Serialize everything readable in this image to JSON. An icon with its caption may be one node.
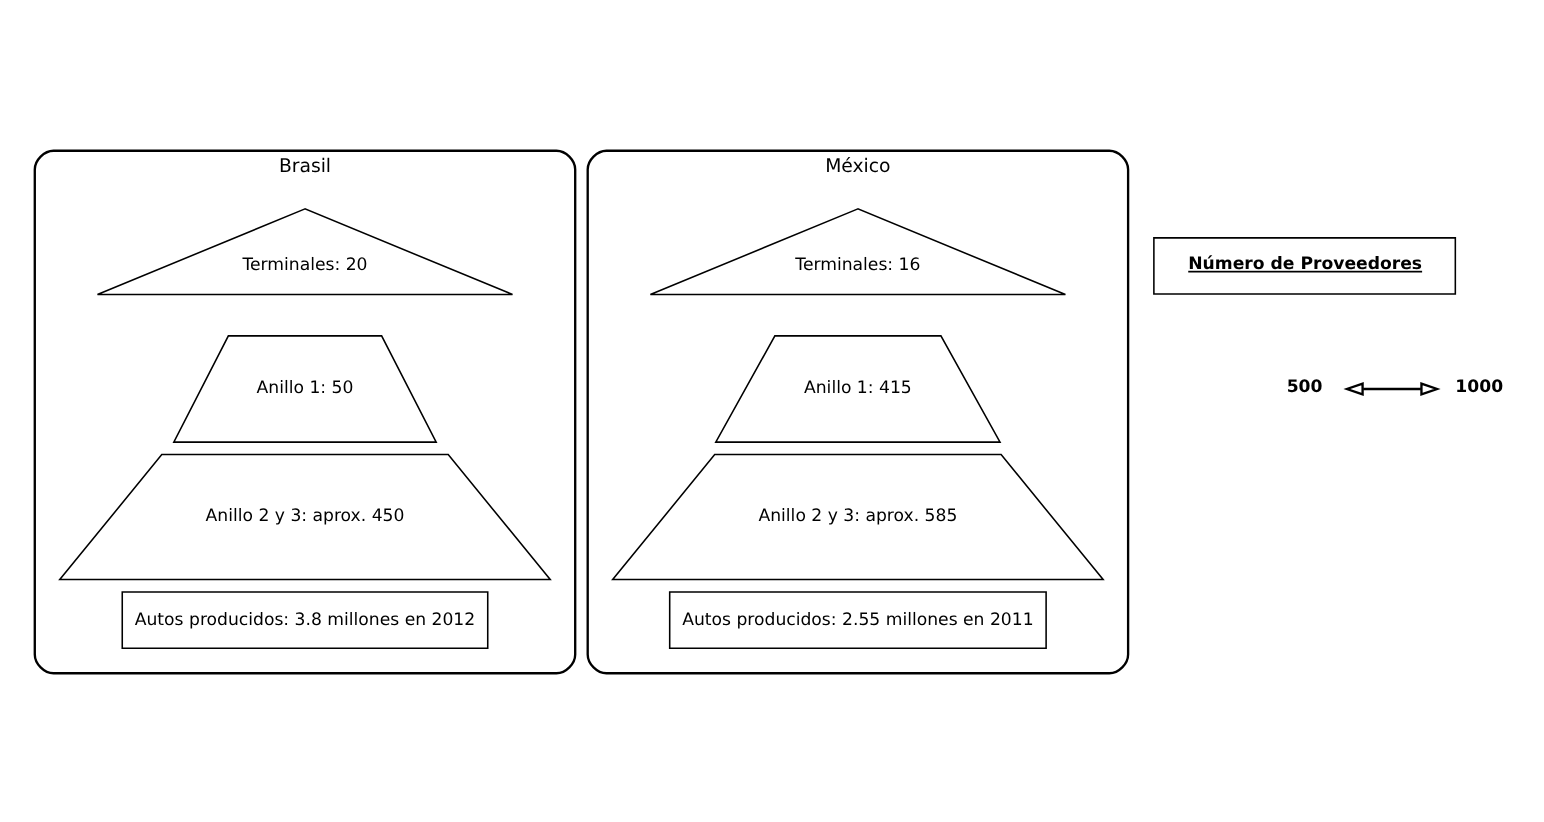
{
  "diagram": {
    "nodes": [
      {
        "text": [
          "Brasil"
        ]
      },
      {
        "text": [
          "Terminales: 20"
        ],
        "in": 0
      },
      {
        "text": [
          "Anillo 1: 50"
        ],
        "in": 0
      },
      {
        "text": [
          "Anillo 2 y 3: aprox. 450"
        ],
        "in": 0
      },
      {
        "text": [
          "Autos producidos: 3.8 millones en 2012"
        ],
        "in": 0
      },
      {
        "text": [
          "México"
        ]
      },
      {
        "text": [
          "Terminales: 16"
        ],
        "in": 5
      },
      {
        "text": [
          "Anillo 1: 415"
        ],
        "in": 5
      },
      {
        "text": [
          "Anillo 2 y 3: aprox. 585"
        ],
        "in": 5
      },
      {
        "text": [
          "Autos producidos: 2.55 millones en 2011"
        ],
        "in": 5
      },
      {
        "text": [
          "Número de Proveedores"
        ]
      },
      {
        "text": [
          "500"
        ]
      },
      {
        "text": [
          "1000"
        ]
      }
    ],
    "edges": [
      {
        "from": 11,
        "to": 12,
        "arrow": "both"
      }
    ]
  }
}
